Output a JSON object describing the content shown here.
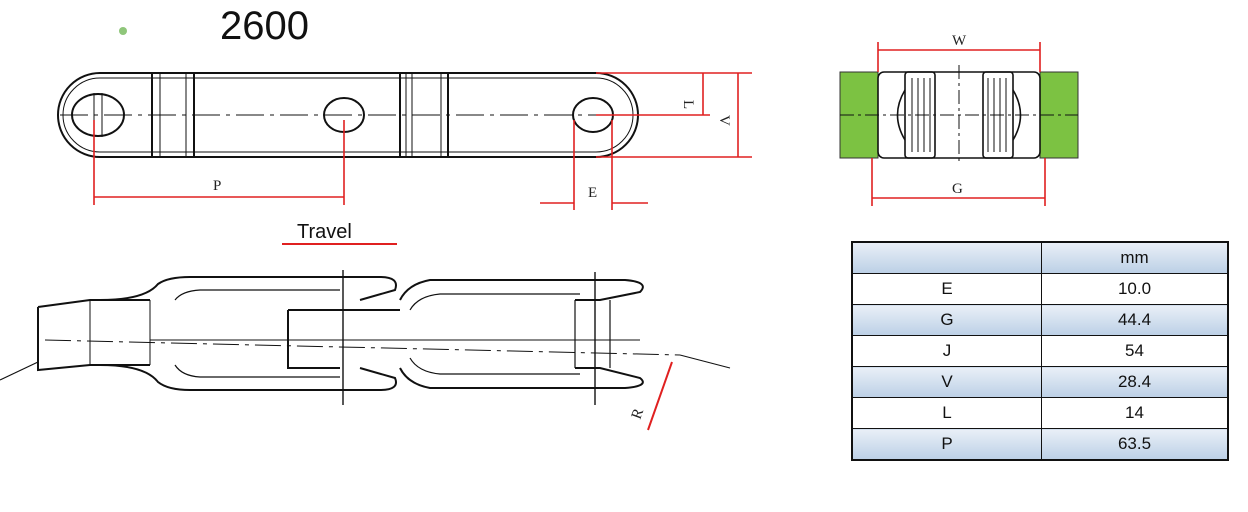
{
  "model": "2600",
  "travel_label": "Travel",
  "dimension_labels": {
    "P": "P",
    "E": "E",
    "L": "L",
    "V": "V",
    "W": "W",
    "G": "G",
    "R": "R"
  },
  "colors": {
    "dimension_line": "#e02020",
    "side_bar": "#7cc242",
    "table_shade": "#bcd0e6",
    "bullet": "#8fc67a"
  },
  "spec_table": {
    "unit_header": "mm",
    "rows": [
      {
        "key": "E",
        "value": "10.0"
      },
      {
        "key": "G",
        "value": "44.4"
      },
      {
        "key": "J",
        "value": "54"
      },
      {
        "key": "V",
        "value": "28.4"
      },
      {
        "key": "L",
        "value": "14"
      },
      {
        "key": "P",
        "value": "63.5"
      }
    ]
  }
}
